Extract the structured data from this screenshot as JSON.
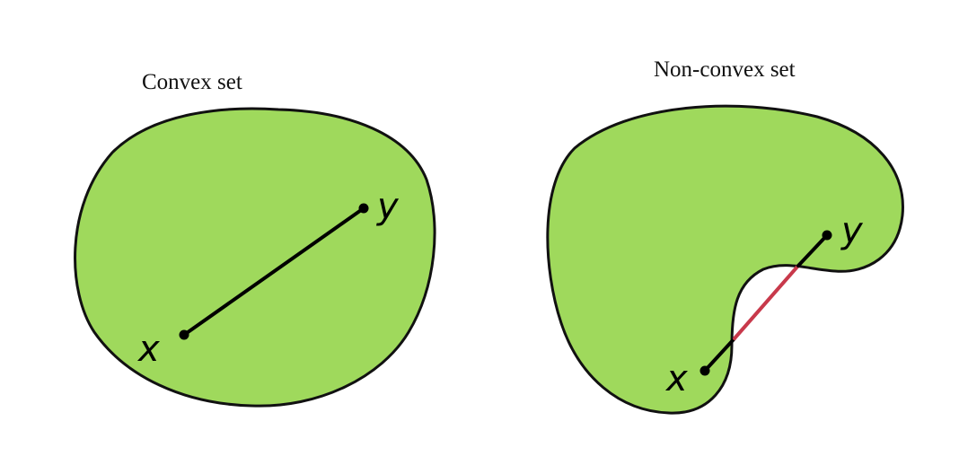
{
  "colors": {
    "fill": "#9fd95c",
    "outline": "#111111",
    "segment": "#000000",
    "outside_segment": "#c8394b",
    "background": "#ffffff"
  },
  "left_panel": {
    "title": "Convex set",
    "point_x_label": "x",
    "point_y_label": "y"
  },
  "right_panel": {
    "title": "Non-convex set",
    "point_x_label": "x",
    "point_y_label": "y"
  }
}
